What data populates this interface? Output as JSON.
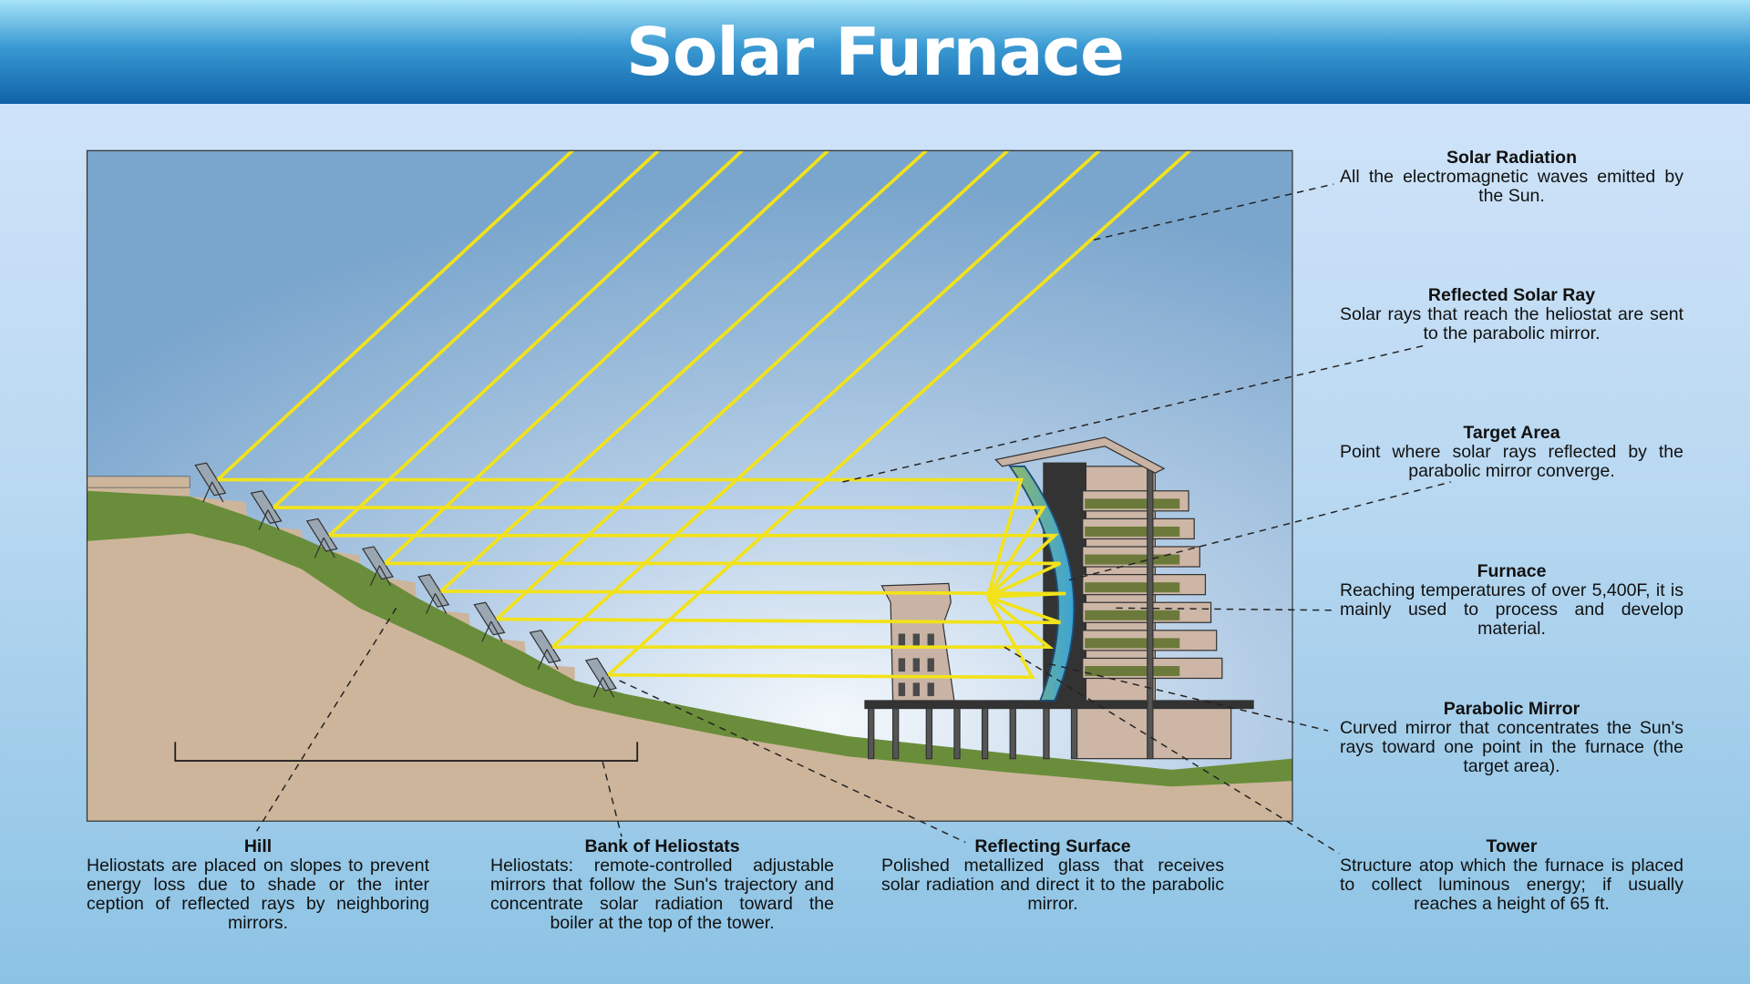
{
  "title": "Solar Furnace",
  "labels": {
    "solar_radiation": {
      "title": "Solar Radiation",
      "text": "All the electromagnetic waves emitted by the Sun."
    },
    "reflected_solar_ray": {
      "title": "Reflected Solar Ray",
      "text": "Solar rays that reach the heliostat are sent to the parabolic mirror."
    },
    "target_area": {
      "title": "Target Area",
      "text": "Point where solar rays reflected by the parabolic mirror converge."
    },
    "furnace": {
      "title": "Furnace",
      "text": "Reaching temperatures of over 5,400F, it is mainly used to process and develop material."
    },
    "parabolic_mirror": {
      "title": "Parabolic Mirror",
      "text": "Curved mirror that concentrates the Sun's rays toward one point in the furnace (the target area)."
    },
    "tower": {
      "title": "Tower",
      "text": "Structure atop which the furnace is placed to collect luminous energy; if usually reaches a height of 65 ft."
    },
    "hill": {
      "title": "Hill",
      "text": "Heliostats are placed on slopes to prevent energy loss due to shade or the inter ception of reflected rays by neighboring mirrors."
    },
    "bank_of_heliostats": {
      "title": "Bank of Heliostats",
      "text": "Heliostats: remote-controlled adjustable mirrors that follow the Sun's trajectory and concentrate solar radiation toward the boiler at the top of the tower."
    },
    "reflecting_surface": {
      "title": "Reflecting Surface",
      "text": "Polished metallized glass that receives solar radiation and direct it to the parabolic mirror."
    }
  },
  "colors": {
    "ray": "#f2e21a",
    "ground": "#cdb59b",
    "grass": "#6a8d3b",
    "header": "#1f78bd"
  }
}
